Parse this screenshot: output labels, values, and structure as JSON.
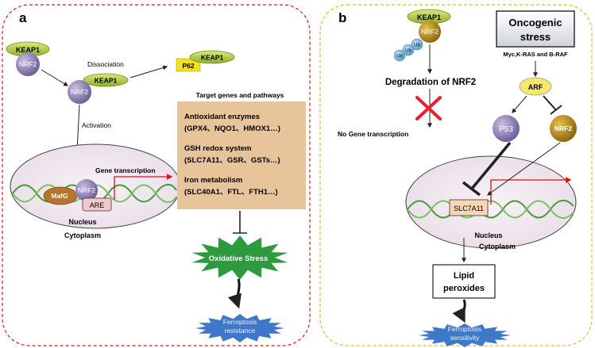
{
  "panel_a": {
    "label": "a",
    "keap1_top": "KEAP1",
    "nrf2_top": "NRF2",
    "dissociation": "Dissociation",
    "keap1_mid": "KEAP1",
    "p62": "P62",
    "keap1_p62": "KEAP1",
    "nrf2_free": "NRF2",
    "activation": "Activation",
    "gene_transcription": "Gene transcription",
    "mafg": "MafG",
    "nrf2_nuc": "NRF2",
    "are": "ARE",
    "nucleus": "Nucleus",
    "cytoplasm": "Cytoplasm",
    "target_title": "Target genes and pathways",
    "targets": [
      {
        "title": "Antioxidant enzymes",
        "genes": "(GPX4、NQO1、HMOX1…)"
      },
      {
        "title": "GSH redox system",
        "genes": "(SLC7A11、GSR、GSTs…)"
      },
      {
        "title": "Iron metabolism",
        "genes": "(SLC40A1、FTL、FTH1…)"
      }
    ],
    "oxidative_stress": "Oxidative Stress",
    "ferroptosis_line1": "Ferroptosis",
    "ferroptosis_line2": "resistance"
  },
  "panel_b": {
    "label": "b",
    "keap1": "KEAP1",
    "nrf2": "NRF2",
    "ub": "Ub",
    "degradation": "Degradation  of NRF2",
    "no_gene": "No Gene transcription",
    "oncogenic_line1": "Oncogenic",
    "oncogenic_line2": "stress",
    "oncogenes": "Myc,K-RAS  and B-RAF",
    "arf": "ARF",
    "p53": "P53",
    "nrf2_right": "NRF2",
    "slc7a11": "SLC7A11",
    "nucleus": "Nucleus",
    "cytoplasm": "Cytoplasm",
    "lipid_line1": "Lipid",
    "lipid_line2": "peroxides",
    "ferroptosis_line1": "Ferroptosis",
    "ferroptosis_line2": "sensitivity"
  },
  "colors": {
    "panel_a_border": "#cc2222",
    "panel_b_border": "#e8b830",
    "keap1_green": "#b5cf3a",
    "nrf2_purple": "#8a7ab0",
    "target_box": "#e8c49a",
    "oxidative_green": "#2e9a3e",
    "ferroptosis_blue": "#3f78c8",
    "p62_yellow": "#f1e21d",
    "nrf2_orange": "#b8860b",
    "dna_green": "#4a9a3a",
    "red_arrow": "#e01010"
  }
}
